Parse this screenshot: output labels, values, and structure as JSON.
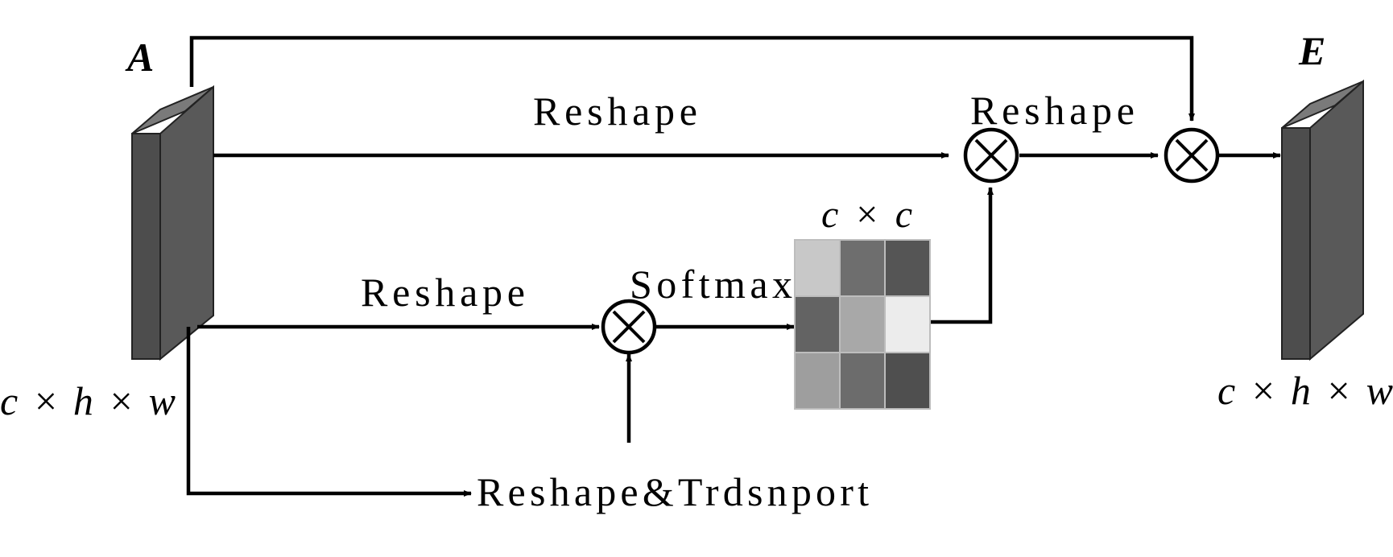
{
  "diagram": {
    "input_label": "A",
    "output_label": "E",
    "input_dims": "c × h × w",
    "output_dims": "c × h × w",
    "matrix_dims": "c × c",
    "labels": {
      "reshape_top": "Reshape",
      "reshape_right": "Reshape",
      "reshape_mid": "Reshape",
      "softmax": "Softmax",
      "reshape_transport": "Reshape&Trdsnport"
    },
    "operator_symbol": "⊗",
    "colors": {
      "block_front": "#4d4d4d",
      "block_side": "#5c5c5c",
      "block_top": "#7a7a7a",
      "line": "#000000"
    },
    "matrix_cells": [
      [
        "#c8c8c8",
        "#6e6e6e",
        "#555555"
      ],
      [
        "#636363",
        "#a8a8a8",
        "#ececec"
      ],
      [
        "#9e9e9e",
        "#6c6c6c",
        "#4f4f4f"
      ]
    ]
  }
}
